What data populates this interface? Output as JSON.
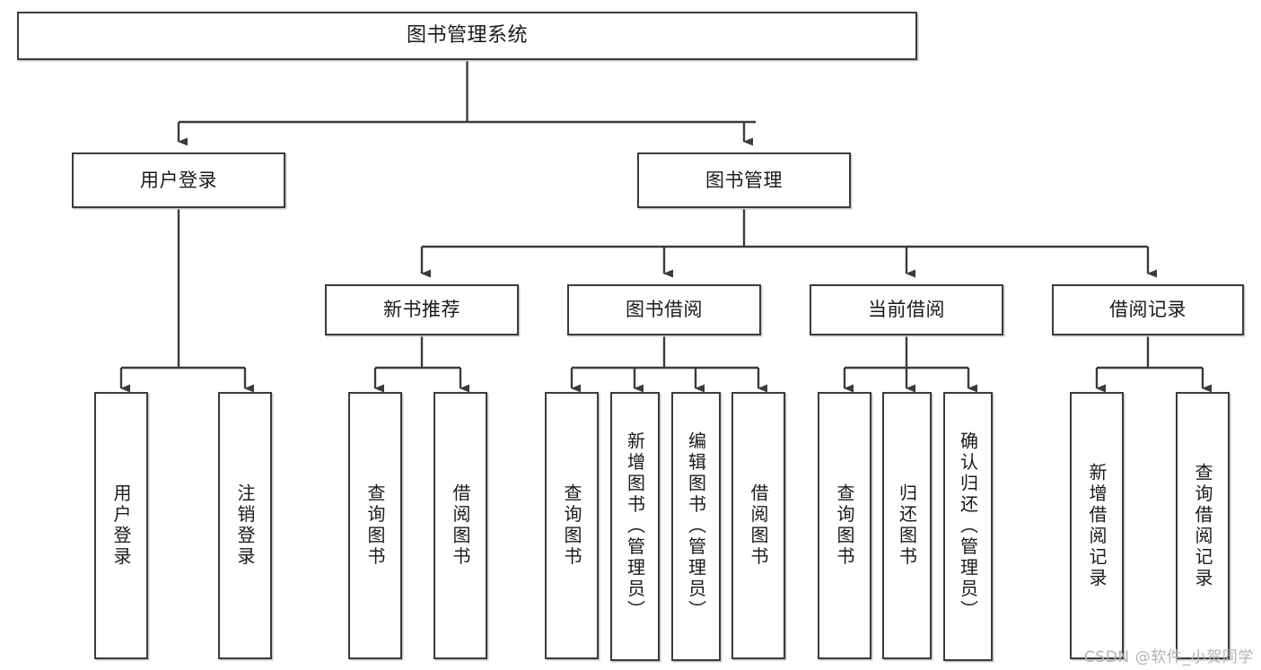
{
  "diagram": {
    "title": "图书管理系统",
    "type": "tree-hierarchy",
    "watermark": "CSDN @软件_小贺同学",
    "colors": {
      "box_border": "#3b3b3b",
      "box_fill": "#ffffff",
      "connector": "#3b3b3b",
      "text": "#1a1a1a",
      "watermark": "#b3b3b3"
    }
  },
  "nodes": {
    "root": {
      "label": "图书管理系统"
    },
    "level2": [
      {
        "label": "用户登录"
      },
      {
        "label": "图书管理"
      }
    ],
    "level3": [
      {
        "label": "新书推荐"
      },
      {
        "label": "图书借阅"
      },
      {
        "label": "当前借阅"
      },
      {
        "label": "借阅记录"
      }
    ],
    "leaves": {
      "user_login": [
        {
          "label": "用户登录"
        },
        {
          "label": "注销登录"
        }
      ],
      "new_book_recommend": [
        {
          "label": "查询图书"
        },
        {
          "label": "借阅图书"
        }
      ],
      "book_borrow": [
        {
          "label": "查询图书"
        },
        {
          "label": "新增图书（管理员）"
        },
        {
          "label": "编辑图书（管理员）"
        },
        {
          "label": "借阅图书"
        }
      ],
      "current_borrow": [
        {
          "label": "查询图书"
        },
        {
          "label": "归还图书"
        },
        {
          "label": "确认归还（管理员）"
        }
      ],
      "borrow_records": [
        {
          "label": "新增借阅记录"
        },
        {
          "label": "查询借阅记录"
        }
      ]
    }
  }
}
